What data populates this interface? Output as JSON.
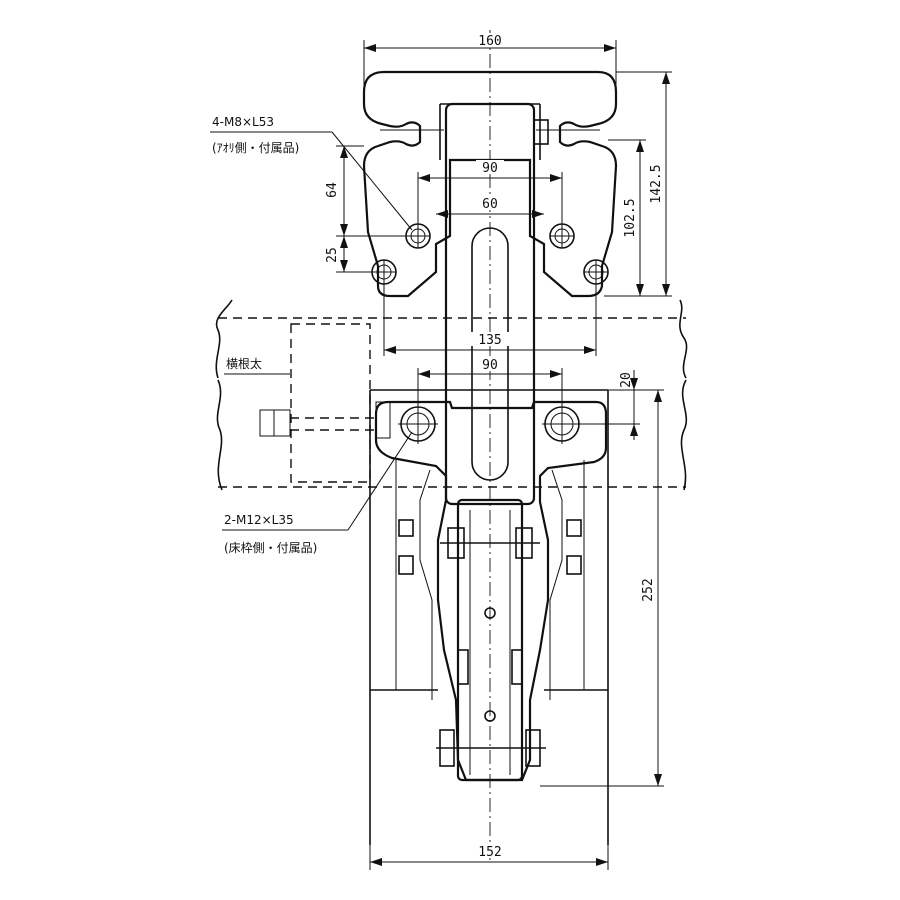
{
  "dimensions": {
    "top_width": "160",
    "upper_hole_pitch": "90",
    "inner_width": "60",
    "left_64": "64",
    "left_25": "25",
    "right_1025": "102.5",
    "right_1425": "142.5",
    "bolt_span": "135",
    "lower_hole_pitch": "90",
    "offset_20": "20",
    "height_252": "252",
    "bottom_width": "152"
  },
  "callouts": {
    "upper_bolts_line1": "4-M8×L53",
    "upper_bolts_line2": "(ｱｵﾘ側・付属品)",
    "crossbeam": "横根太",
    "lower_bolts_line1": "2-M12×L35",
    "lower_bolts_line2": "(床枠側・付属品)"
  }
}
